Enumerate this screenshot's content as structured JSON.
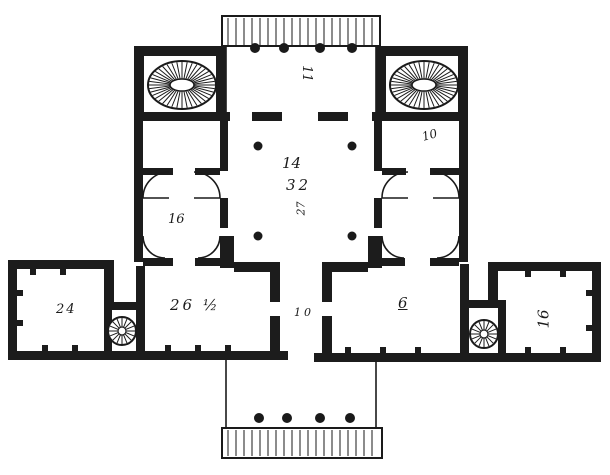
{
  "plan": {
    "labels": {
      "portico_top": "11",
      "saloon_a": "14",
      "saloon_b": "32",
      "saloon_c": "27",
      "room_left_door": "16",
      "room_right_upper": "10",
      "wing_left": "24",
      "room_left_main": "26 ½",
      "hall": "10",
      "room_right_main": "6",
      "wing_right": "16"
    },
    "colors": {
      "ink": "#1a1a1a",
      "paper": "#ffffff"
    }
  }
}
